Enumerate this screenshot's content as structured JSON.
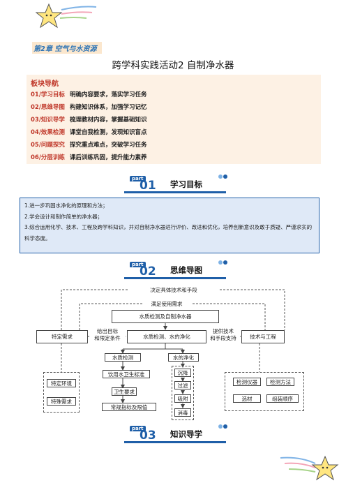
{
  "header": {
    "chapter": "第2章 空气与水资源",
    "title": "跨学科实践活动2    自制净水器"
  },
  "nav": {
    "heading": "板块导航",
    "items": [
      {
        "key": "01/学习目标",
        "desc": "明确内容要求，落实学习任务"
      },
      {
        "key": "02/思维导图",
        "desc": "构建知识体系，加强学习记忆"
      },
      {
        "key": "03/知识导学",
        "desc": "梳理教材内容，掌握基础知识"
      },
      {
        "key": "04/效果检测",
        "desc": "课堂自我检测，发现知识盲点"
      },
      {
        "key": "05/问题探究",
        "desc": "探究重点难点，突破学习任务"
      },
      {
        "key": "06/分层训练",
        "desc": "课后训练巩固，提升能力素养"
      }
    ]
  },
  "parts": [
    {
      "tag": "part",
      "num": "01",
      "label": "学习目标"
    },
    {
      "tag": "part",
      "num": "02",
      "label": "思维导图"
    },
    {
      "tag": "part",
      "num": "03",
      "label": "知识导学"
    }
  ],
  "goals": [
    "1.进一步巩固水净化的原理和方法；",
    "2.学会设计和制作简单的净水器；",
    "3.综合运用化学、技术、工程及跨学科知识，并对自制净水器进行评价、改进和优化，培养创新意识及敢于质疑、严谨求实的科学态度。"
  ],
  "mindmap": {
    "outer_top": "决定具体技术和手段",
    "inner_top": "满足使用需求",
    "root": "水质检测及自制净水器",
    "left": "特定需求",
    "center": "水质检测、水的净化",
    "right": "技术与工程",
    "left_edge": "给出目标\n和限定条件",
    "right_edge": "提供技术\n和手段支持",
    "left_items": [
      "特定环境",
      "特殊需求"
    ],
    "test": "水质检测",
    "test_items": [
      "饮用水卫生标准",
      "卫生要求",
      "常规指标及限值"
    ],
    "purify": "水的净化",
    "purify_items": [
      "沉降",
      "过滤",
      "吸附",
      "消毒"
    ],
    "tech_items": [
      "检测仪器",
      "检测方法",
      "选材",
      "组装顺序"
    ]
  }
}
